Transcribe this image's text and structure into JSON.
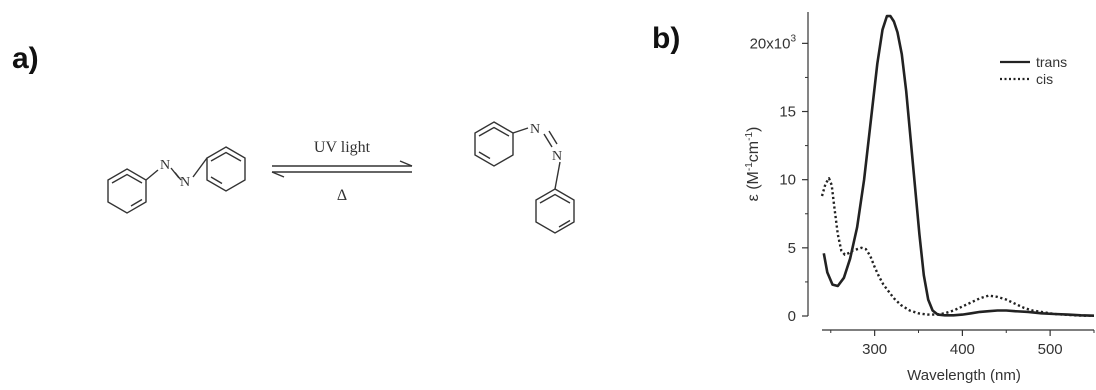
{
  "figure": {
    "panel_a_label": "a)",
    "panel_b_label": "b)",
    "reaction": {
      "forward_condition": "UV light",
      "reverse_condition": "Δ",
      "atom_n": "N"
    }
  },
  "chart_data": {
    "type": "line",
    "xlabel": "Wavelength (nm)",
    "ylabel_main": "ε (M",
    "ylabel_sup1": "-1",
    "ylabel_mid": "cm",
    "ylabel_sup2": "-1",
    "ylabel_end": ")",
    "x_ticks": [
      300,
      400,
      500
    ],
    "y_ticks": [
      0,
      5,
      10,
      15,
      20
    ],
    "y_tick_labels": [
      "0",
      "5",
      "10",
      "15",
      "20x10"
    ],
    "y_exponent": "3",
    "xlim": [
      240,
      550
    ],
    "ylim": [
      0,
      22.3
    ],
    "legend_position": "top-right",
    "series": [
      {
        "name": "trans",
        "style": "solid",
        "x": [
          242,
          246,
          252,
          258,
          265,
          272,
          280,
          288,
          296,
          303,
          309,
          314,
          318,
          322,
          326,
          331,
          336,
          341,
          346,
          351,
          356,
          361,
          366,
          372,
          380,
          390,
          400,
          410,
          420,
          430,
          440,
          450,
          460,
          475,
          490,
          505,
          520,
          535,
          550
        ],
        "y": [
          4.6,
          3.2,
          2.3,
          2.2,
          2.8,
          4.2,
          6.5,
          10.0,
          14.5,
          18.5,
          21.0,
          22.0,
          22.0,
          21.6,
          20.8,
          19.2,
          16.5,
          13.0,
          9.5,
          6.0,
          3.0,
          1.2,
          0.4,
          0.1,
          0.05,
          0.05,
          0.1,
          0.2,
          0.3,
          0.35,
          0.4,
          0.4,
          0.35,
          0.3,
          0.2,
          0.15,
          0.1,
          0.05,
          0.02
        ]
      },
      {
        "name": "cis",
        "style": "dotted",
        "x": [
          240,
          244,
          248,
          251,
          254,
          258,
          262,
          266,
          270,
          275,
          280,
          285,
          290,
          295,
          300,
          305,
          310,
          316,
          322,
          330,
          340,
          350,
          360,
          370,
          380,
          390,
          400,
          410,
          420,
          430,
          440,
          450,
          460,
          470,
          480,
          490,
          505,
          520,
          535,
          550
        ],
        "y": [
          8.8,
          9.7,
          10.1,
          9.6,
          8.0,
          6.0,
          4.8,
          4.5,
          4.6,
          4.8,
          4.9,
          5.0,
          4.9,
          4.4,
          3.6,
          2.9,
          2.3,
          1.8,
          1.3,
          0.8,
          0.4,
          0.2,
          0.1,
          0.1,
          0.2,
          0.4,
          0.7,
          1.0,
          1.3,
          1.5,
          1.4,
          1.2,
          0.9,
          0.6,
          0.4,
          0.3,
          0.15,
          0.08,
          0.03,
          0.02
        ]
      }
    ]
  }
}
